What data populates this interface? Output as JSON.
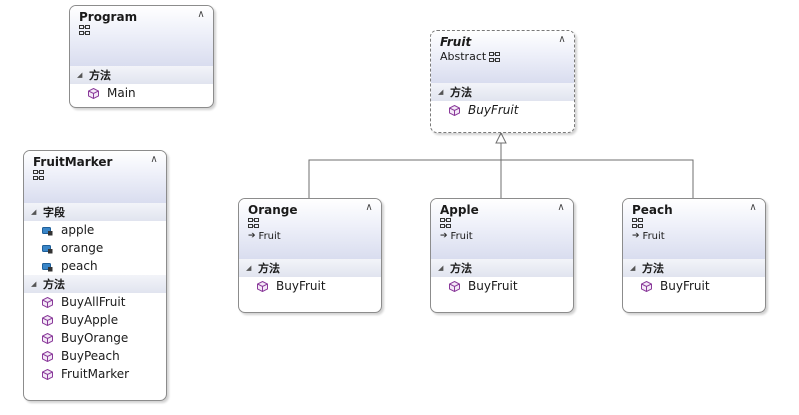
{
  "classes": {
    "program": {
      "name": "Program",
      "kind_label": "",
      "section_methods": "方法",
      "methods": [
        "Main"
      ]
    },
    "fruitmarker": {
      "name": "FruitMarker",
      "kind_label": "",
      "section_fields": "字段",
      "fields": [
        "apple",
        "orange",
        "peach"
      ],
      "section_methods": "方法",
      "methods": [
        "BuyAllFruit",
        "BuyApple",
        "BuyOrange",
        "BuyPeach",
        "FruitMarker"
      ]
    },
    "fruit": {
      "name": "Fruit",
      "kind_label": "Abstract",
      "section_methods": "方法",
      "methods": [
        "BuyFruit"
      ]
    },
    "orange": {
      "name": "Orange",
      "base": "Fruit",
      "section_methods": "方法",
      "methods": [
        "BuyFruit"
      ]
    },
    "apple": {
      "name": "Apple",
      "base": "Fruit",
      "section_methods": "方法",
      "methods": [
        "BuyFruit"
      ]
    },
    "peach": {
      "name": "Peach",
      "base": "Fruit",
      "section_methods": "方法",
      "methods": [
        "BuyFruit"
      ]
    }
  },
  "icons": {
    "collapse": "chevron-double-up-icon",
    "class": "class-icon",
    "method": "method-cube-icon",
    "field": "field-icon",
    "inheritance": "inheritance-arrow-icon"
  },
  "colors": {
    "border": "#8c8c8c",
    "header_end": "#d9ddef",
    "method_icon": "#8a3a9a",
    "field_icon": "#1f6fb3"
  }
}
